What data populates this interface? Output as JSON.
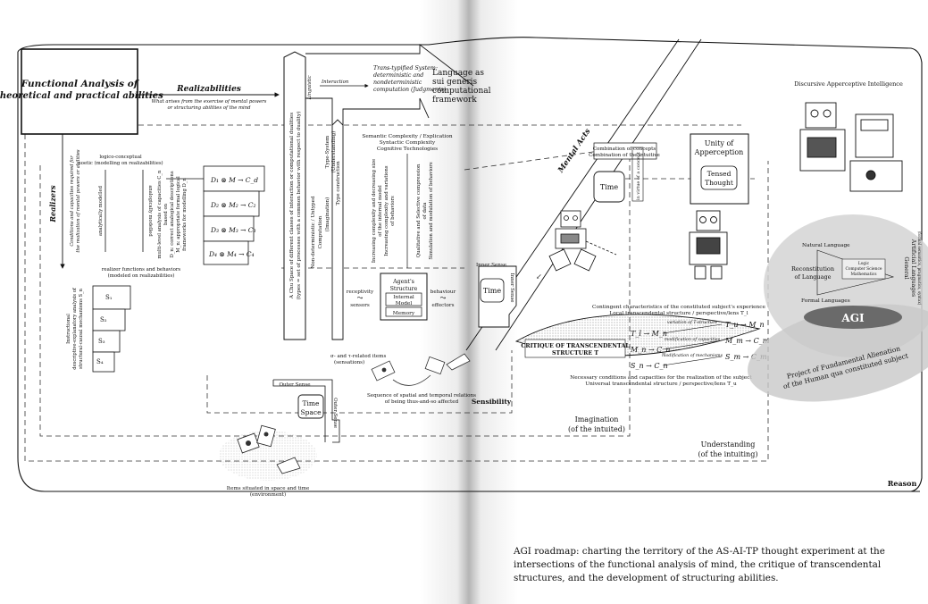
{
  "functional_analysis_title": [
    "Functional Analysis of",
    "theoretical and practical abilities"
  ],
  "realizabilities": {
    "title": "Realizabilities",
    "sub": [
      "What arises from the exercise of mental powers",
      "or structuring abilities of the mind"
    ]
  },
  "realizers": {
    "title": "Realizers",
    "sub": [
      "Conditions and capacities required for",
      "the realization of mental powers or abilities"
    ]
  },
  "noetic_levels": {
    "logico_conceptual": "logico-conceptual",
    "noetic": "noetic (modelling on realizabilities)",
    "analytically": "analytically modelled",
    "analogically": "analogically modelled"
  },
  "capacity_analysis": [
    "multi-level analysis of capacities C_n",
    "based on",
    "D_n: correct analogical descriptions",
    "M_n: appropriate formal logical",
    "frameworks for modelling D_n"
  ],
  "mappings": [
    "D₁ ⊗ M → C_d",
    "D₂ ⊗ M₂ → C₂",
    "D₃ ⊗ M₃ → C₃",
    "D₄ ⊗ M₄ → C₄"
  ],
  "realizer_functions": [
    "realizer functions and behaviors",
    "(modeled on realizabilities)"
  ],
  "instructional": [
    "Instructional",
    "descriptive-explanatory analysis of",
    "structural-causal mechanisms S_n"
  ],
  "s_stack": [
    "S₁",
    "S₂",
    "S₃",
    "S₄"
  ],
  "chu_space": [
    "A Chu Space of different classes of interaction or computational dualities",
    "(types = set of processes with a common behavior with respect to duality)"
  ],
  "non_deterministic": [
    "Non-deterministic / Untyped",
    "Computation"
  ],
  "imagination_col": "(Imagination)",
  "type_construction": "Type construction",
  "type_system": [
    "Type-System",
    "(Understanding)"
  ],
  "interaction": "Interaction",
  "linguistic": "Linguistic",
  "trans_typified": [
    "Trans-typified System;",
    "deterministic and",
    "nondeterministic",
    "computation (Judgments)"
  ],
  "language_framework": [
    "Language as",
    "sui generis",
    "computational",
    "framework"
  ],
  "semantic": [
    "Semantic Complexity / Explication",
    "Syntactic Complexity",
    "Cognitive Technologies"
  ],
  "increasing_complexity": [
    "Increasing complexity and decreasing size",
    "of the internal model",
    "Increasing complexity and variations",
    "of behaviors"
  ],
  "qualitative": [
    "Qualitative and Selective compression",
    "of data",
    "Simulation and modulation of behaviors"
  ],
  "agent": {
    "title": [
      "Agent's",
      "Structure"
    ],
    "internal": [
      "Internal",
      "Model"
    ],
    "memory": "Memory",
    "receptivity": "receptivity",
    "sensors": "sensors",
    "behaviour": "behaviour",
    "effectors": "effectors"
  },
  "sigma_tau": [
    "σ- and τ-related items",
    "(sensations)"
  ],
  "sequence": [
    "Sequence of spatial and temporal relations",
    "of being thus-and-so affected"
  ],
  "outer_sense": "Outer Sense",
  "outer_sense_v": "Outer Sense",
  "time_space": [
    "Time",
    "Space"
  ],
  "items_situated": [
    "Items situated in space and time",
    "(environment)"
  ],
  "sensibility": "Sensibility",
  "imagination": [
    "Imagination",
    "(of the intuited)"
  ],
  "understanding": [
    "Understanding",
    "(of the intuiting)"
  ],
  "reason": "Reason",
  "mental_acts": "Mental Acts",
  "combination": [
    "Combination of concepts",
    "Combination of the intuitive",
    "in virtue of a concept"
  ],
  "time_box": "Time",
  "inner_sense": "Inner Sense",
  "inner_sense_v": "Inner Sense",
  "inner_time": "Time",
  "unity": [
    "Unity of",
    "Apperception"
  ],
  "tensed": [
    "Tensed",
    "Thought"
  ],
  "discursive": "Discursive Apperceptive Intelligence",
  "contingent": [
    "Contingent characteristics of the constituted subject's experience",
    "Local transcendental structure / perspective/lens T_l"
  ],
  "critique": [
    "CRITIQUE OF TRANSCENDENTAL",
    "STRUCTURE T"
  ],
  "formulas": [
    "T_l → M_n",
    "M_n → C_n",
    "S_n → C_n",
    "T_u → M_n",
    "M_m → C_m",
    "S_m → C_m"
  ],
  "formula_labels": [
    "variation of T-structure",
    "modification of capacities",
    "modification of mechanisms"
  ],
  "necessary": [
    "Necessary conditions and capacities for the realization of the subject",
    "Universal transcendental structure / perspective/lens T_u"
  ],
  "reconstitution": {
    "natural": "Natural Language",
    "recon": [
      "Reconstitution",
      "of Language"
    ],
    "formal": "Formal Languages",
    "logic": [
      "Logic",
      "Computer Science",
      "Mathematics"
    ],
    "general": [
      "General",
      "Artificial Languages"
    ],
    "general_sub": "(formal semantics, pragmatics, syntax)"
  },
  "agi": "AGI",
  "project": [
    "Project of Fundamental Alienation",
    "of the Human qua constituted subject"
  ],
  "caption": "AGI roadmap: charting the territory of the AS-AI-TP thought experiment at the intersections of the functional analysis of mind, the critique of transcendental structures, and the development of structuring abilities.",
  "colors": {
    "ink": "#111111",
    "ellipse": "#d3d3d3",
    "agi": "#6a6a6a",
    "critique": "#bdbdbd"
  }
}
